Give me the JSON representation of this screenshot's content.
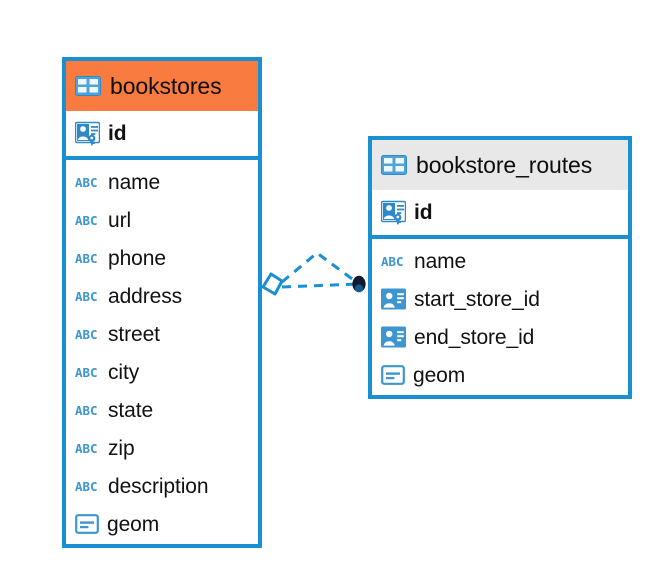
{
  "diagram": {
    "type": "entity-relationship-diagram",
    "background_color": "#FFFFFF",
    "accent_color": "#1A8FD1",
    "highlight_color": "#F97B3F",
    "header_gray": "#E8E8E8"
  },
  "entities": [
    {
      "name": "bookstores",
      "header_color": "#F97B3F",
      "primary_key": {
        "label": "id",
        "icon": "primary-key-icon"
      },
      "fields": [
        {
          "label": "name",
          "icon": "text-field-icon"
        },
        {
          "label": "url",
          "icon": "text-field-icon"
        },
        {
          "label": "phone",
          "icon": "text-field-icon"
        },
        {
          "label": "address",
          "icon": "text-field-icon"
        },
        {
          "label": "street",
          "icon": "text-field-icon"
        },
        {
          "label": "city",
          "icon": "text-field-icon"
        },
        {
          "label": "state",
          "icon": "text-field-icon"
        },
        {
          "label": "zip",
          "icon": "text-field-icon"
        },
        {
          "label": "description",
          "icon": "text-field-icon"
        },
        {
          "label": "geom",
          "icon": "geometry-field-icon"
        }
      ]
    },
    {
      "name": "bookstore_routes",
      "header_color": "#E8E8E8",
      "primary_key": {
        "label": "id",
        "icon": "primary-key-icon"
      },
      "fields": [
        {
          "label": "name",
          "icon": "text-field-icon"
        },
        {
          "label": "start_store_id",
          "icon": "foreign-key-icon"
        },
        {
          "label": "end_store_id",
          "icon": "foreign-key-icon"
        },
        {
          "label": "geom",
          "icon": "geometry-field-icon"
        }
      ]
    }
  ],
  "relationship": {
    "from": "bookstores",
    "to": "bookstore_routes",
    "line_style": "dashed",
    "line_color": "#1A8FD1",
    "source_marker": "diamond-outline-marker",
    "target_marker": "filled-circle-marker",
    "target_marker_color": "#141A2E"
  }
}
